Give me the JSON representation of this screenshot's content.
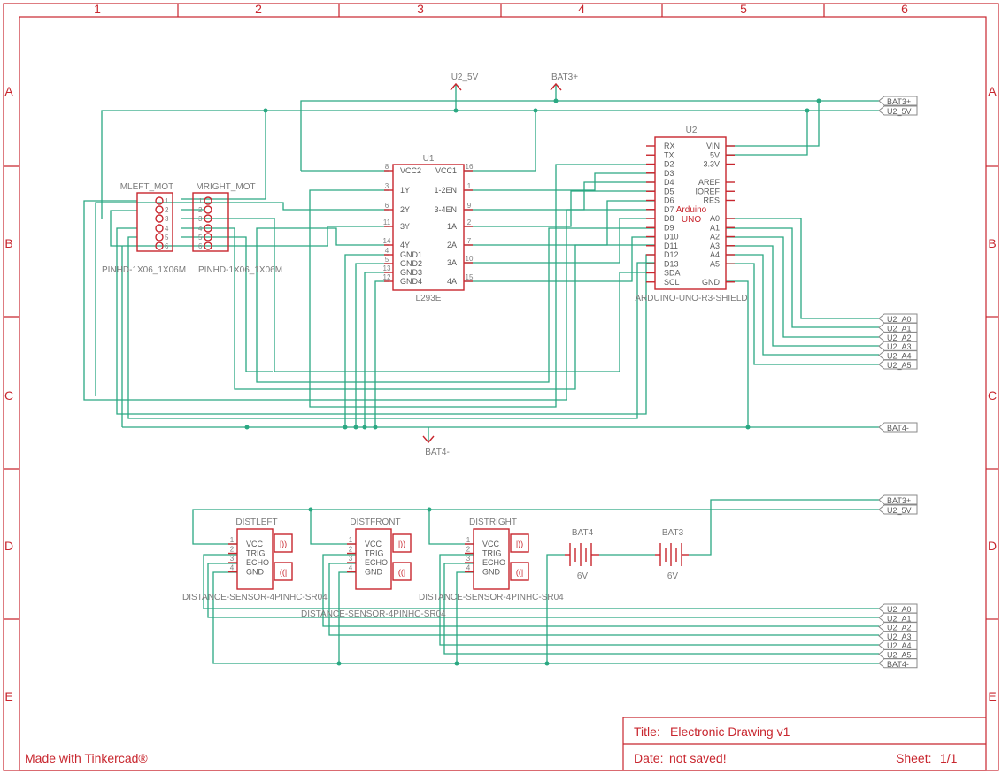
{
  "frame": {
    "columns": [
      "1",
      "2",
      "3",
      "4",
      "5",
      "6"
    ],
    "rows": [
      "A",
      "B",
      "C",
      "D",
      "E"
    ],
    "made_with": "Made with Tinkercad®"
  },
  "title_block": {
    "title_label": "Title:",
    "title_value": "Electronic Drawing v1",
    "date_label": "Date:",
    "date_value": "not saved!",
    "sheet_label": "Sheet:",
    "sheet_value": "1/1"
  },
  "power_symbols": {
    "u2_5v": "U2_5V",
    "bat3p": "BAT3+",
    "bat4m": "BAT4-"
  },
  "net_tags": {
    "top": [
      "BAT3+",
      "U2_5V"
    ],
    "analog": [
      "U2_A0",
      "U2_A1",
      "U2_A2",
      "U2_A3",
      "U2_A4",
      "U2_A5"
    ],
    "bat4": "BAT4-",
    "lower_top": [
      "BAT3+",
      "U2_5V"
    ],
    "lower_bottom": [
      "U2_A0",
      "U2_A1",
      "U2_A2",
      "U2_A3",
      "U2_A4",
      "U2_A5",
      "BAT4-"
    ]
  },
  "headers": {
    "left": {
      "name": "MLEFT_MOT",
      "value": "PINHD-1X06_1X06M",
      "pins": [
        "1",
        "2",
        "3",
        "4",
        "5",
        "6"
      ]
    },
    "right": {
      "name": "MRIGHT_MOT",
      "value": "PINHD-1X06_1X06M",
      "pins": [
        "1",
        "2",
        "3",
        "4",
        "5",
        "6"
      ]
    }
  },
  "u1": {
    "name": "U1",
    "value": "L293E",
    "left_pins": [
      [
        "8",
        "VCC2"
      ],
      [
        "3",
        "1Y"
      ],
      [
        "6",
        "2Y"
      ],
      [
        "11",
        "3Y"
      ],
      [
        "14",
        "4Y"
      ],
      [
        "4",
        "GND1"
      ],
      [
        "5",
        "GND2"
      ],
      [
        "13",
        "GND3"
      ],
      [
        "12",
        "GND4"
      ]
    ],
    "right_pins": [
      [
        "16",
        "VCC1"
      ],
      [
        "1",
        "1-2EN"
      ],
      [
        "9",
        "3-4EN"
      ],
      [
        "2",
        "1A"
      ],
      [
        "7",
        "2A"
      ],
      [
        "10",
        "3A"
      ],
      [
        "15",
        "4A"
      ]
    ]
  },
  "u2": {
    "name": "U2",
    "value": "ARDUINO-UNO-R3-SHIELD",
    "center1": "Arduino",
    "center2": "UNO",
    "left_pins": [
      "RX",
      "TX",
      "D2",
      "D3",
      "D4",
      "D5",
      "D6",
      "D7",
      "D8",
      "D9",
      "D10",
      "D11",
      "D12",
      "D13",
      "SDA",
      "SCL"
    ],
    "right_pins": [
      "VIN",
      "5V",
      "3.3V",
      "",
      "AREF",
      "IOREF",
      "RES",
      "",
      "A0",
      "A1",
      "A2",
      "A3",
      "A4",
      "A5",
      "",
      "GND"
    ]
  },
  "sensors": [
    {
      "name": "DISTLEFT",
      "value": "DISTANCE-SENSOR-4PINHC-SR04",
      "pins": [
        "VCC",
        "TRIG",
        "ECHO",
        "GND"
      ]
    },
    {
      "name": "DISTFRONT",
      "value": "DISTANCE-SENSOR-4PINHC-SR04",
      "pins": [
        "VCC",
        "TRIG",
        "ECHO",
        "GND"
      ]
    },
    {
      "name": "DISTRIGHT",
      "value": "DISTANCE-SENSOR-4PINHC-SR04",
      "pins": [
        "VCC",
        "TRIG",
        "ECHO",
        "GND"
      ]
    }
  ],
  "batteries": [
    {
      "name": "BAT4",
      "value": "6V"
    },
    {
      "name": "BAT3",
      "value": "6V"
    }
  ]
}
